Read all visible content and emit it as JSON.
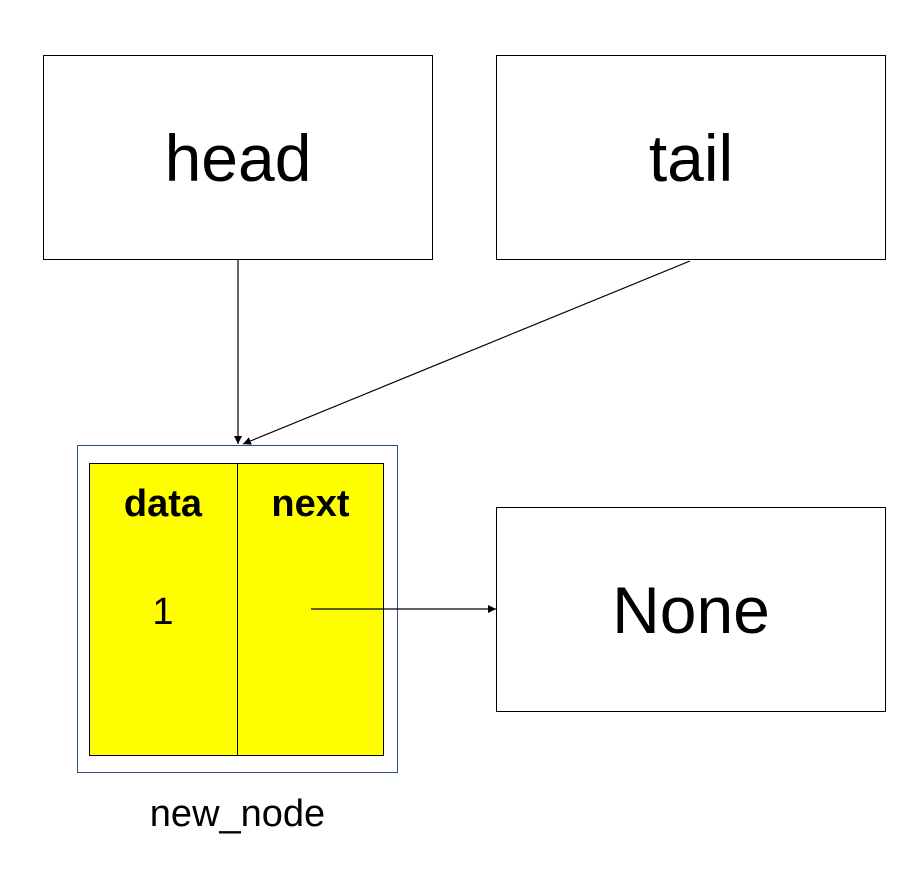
{
  "head": {
    "label": "head"
  },
  "tail": {
    "label": "tail"
  },
  "none": {
    "label": "None"
  },
  "node": {
    "caption": "new_node",
    "data_header": "data",
    "next_header": "next",
    "data_value": "1",
    "fill_color": "#ffff00",
    "frame_color": "#2f4b85"
  },
  "edges": [
    {
      "from": "head",
      "to": "new_node"
    },
    {
      "from": "tail",
      "to": "new_node"
    },
    {
      "from": "new_node.next",
      "to": "None"
    }
  ]
}
